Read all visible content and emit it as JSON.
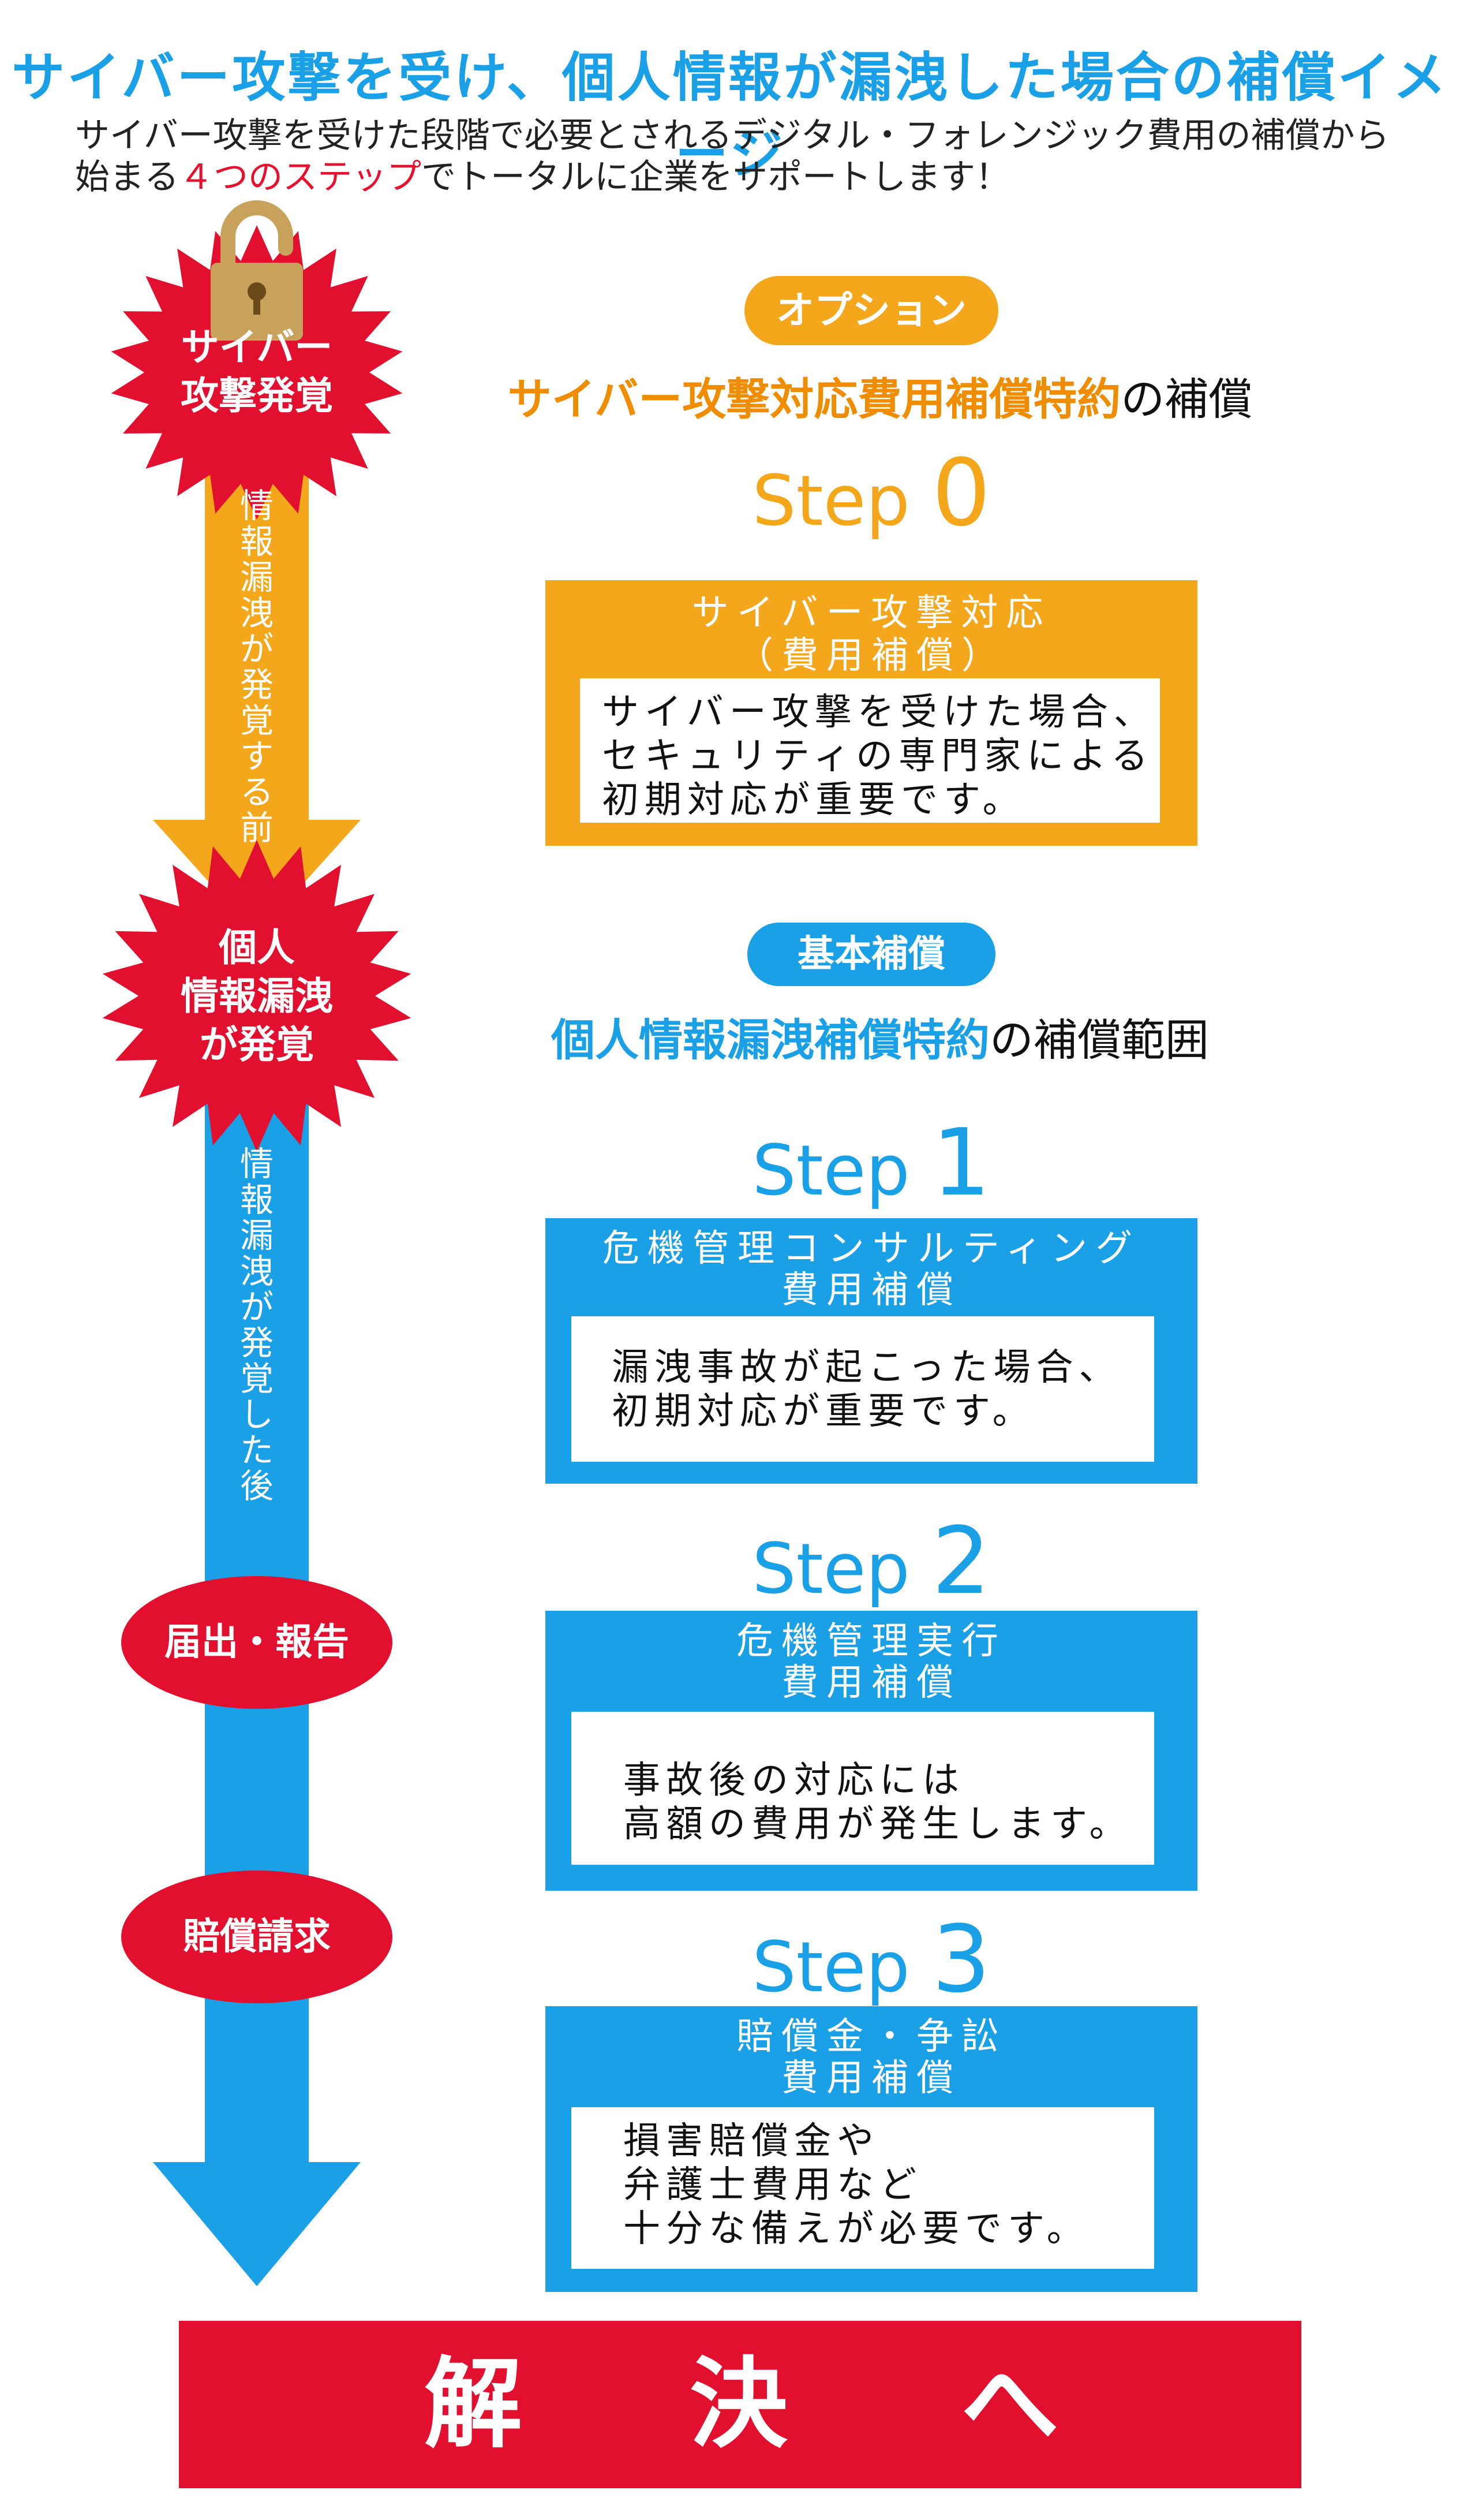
{
  "title": "サイバー攻撃を受け、個人情報が漏洩した場合の補償イメージ",
  "intro": {
    "line1": "サイバー攻撃を受けた段階で必要とされるデジタル・フォレンジック費用の補償から",
    "line2_prefix": "始まる",
    "line2_highlight": "４つのステップ",
    "line2_suffix": "でトータルに企業をサポートします！"
  },
  "timeline": {
    "burst1": [
      "サイバー",
      "攻撃発覚"
    ],
    "vertical1": [
      "情",
      "報",
      "漏",
      "洩",
      "が",
      "発",
      "覚",
      "す",
      "る",
      "前"
    ],
    "burst2": [
      "個人",
      "情報漏洩",
      "が発覚"
    ],
    "vertical2": [
      "情",
      "報",
      "漏",
      "洩",
      "が",
      "発",
      "覚",
      "し",
      "た",
      "後"
    ],
    "ellipse1": "届出・報告",
    "ellipse2": "賠償請求"
  },
  "option_section": {
    "badge": "オプション",
    "heading_highlight": "サイバー攻撃対応費用補償特約",
    "heading_suffix": "の補償"
  },
  "basic_section": {
    "badge": "基本補償",
    "heading_highlight": "個人情報漏洩補償特約",
    "heading_suffix": "の補償範囲"
  },
  "steps": [
    {
      "label": "Step",
      "number": "0",
      "title": [
        "サイバー攻撃対応",
        "（費用補償）"
      ],
      "body": [
        "サイバー攻撃を受けた場合、",
        "セキュリティの専門家による",
        "初期対応が重要です。"
      ]
    },
    {
      "label": "Step",
      "number": "1",
      "title": [
        "危機管理コンサルティング",
        "費用補償"
      ],
      "body": [
        "漏洩事故が起こった場合、",
        "初期対応が重要です。"
      ]
    },
    {
      "label": "Step",
      "number": "2",
      "title": [
        "危機管理実行",
        "費用補償"
      ],
      "body": [
        "事故後の対応には",
        "高額の費用が発生します。"
      ]
    },
    {
      "label": "Step",
      "number": "3",
      "title": [
        "賠償金・争訟",
        "費用補償"
      ],
      "body": [
        "損害賠償金や",
        "弁護士費用など",
        "十分な備えが必要です。"
      ]
    }
  ],
  "footer": [
    "解",
    "決",
    "へ"
  ],
  "colors": {
    "blue": "#1aa0e6",
    "orange": "#f5a71b",
    "orange_text": "#f08c00",
    "red": "#e2102e",
    "lock": "#c8a15a"
  },
  "icons": [
    "lock-icon"
  ]
}
